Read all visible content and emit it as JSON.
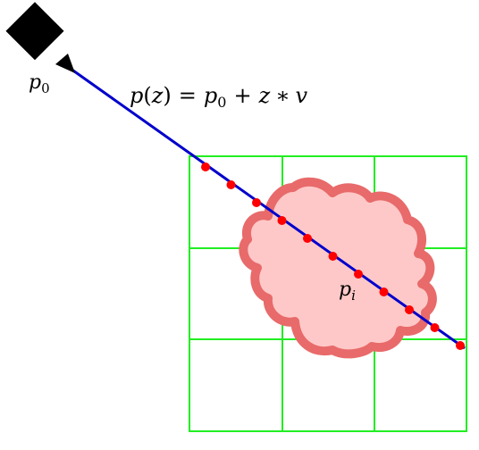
{
  "equation": {
    "p": "p",
    "z": "z",
    "equals": "=",
    "p0": "p",
    "sub0": "0",
    "plus": "+",
    "z2": "z",
    "star": "∗",
    "v": "v",
    "lparen": "(",
    "rparen": ")"
  },
  "camera_label": {
    "base": "p",
    "sub": "0"
  },
  "point_label": {
    "base": "p",
    "sub": "i"
  },
  "colors": {
    "ray": "#0000cc",
    "grid": "#22ee22",
    "cloud_fill": "#ffc8c8",
    "cloud_stroke": "#e86a6a",
    "sample": "#ff0000",
    "camera": "#000000"
  },
  "icons": {
    "camera": "camera-icon"
  },
  "sample_count": 11
}
